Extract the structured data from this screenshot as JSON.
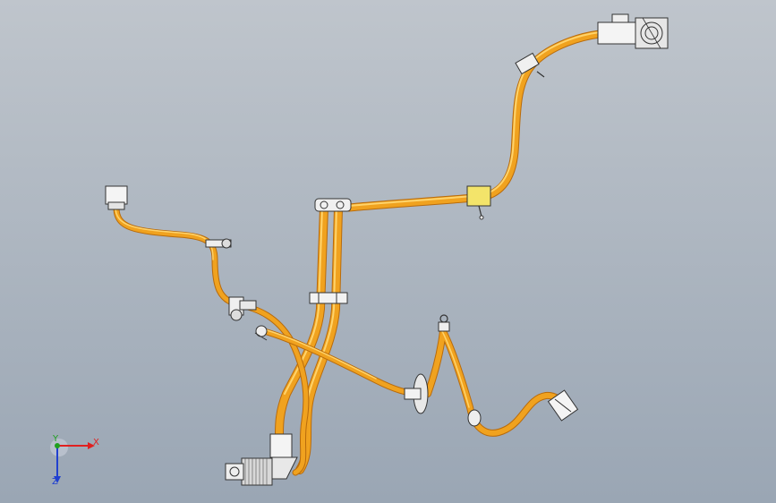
{
  "viewport": {
    "background_top": "#bfc5cc",
    "background_bottom": "#9aa6b4"
  },
  "model": {
    "cable_color": "#f0a21f",
    "cable_highlight": "#ffd36a",
    "cable_shadow": "#b86b0c",
    "clip_color": "#e8e8e8",
    "clip_yellow": "#f3e46a"
  },
  "triad": {
    "x_label": "X",
    "y_label": "Y",
    "z_label": "Z",
    "x_color": "#e02020",
    "y_color": "#20a020",
    "z_color": "#2040d0"
  }
}
